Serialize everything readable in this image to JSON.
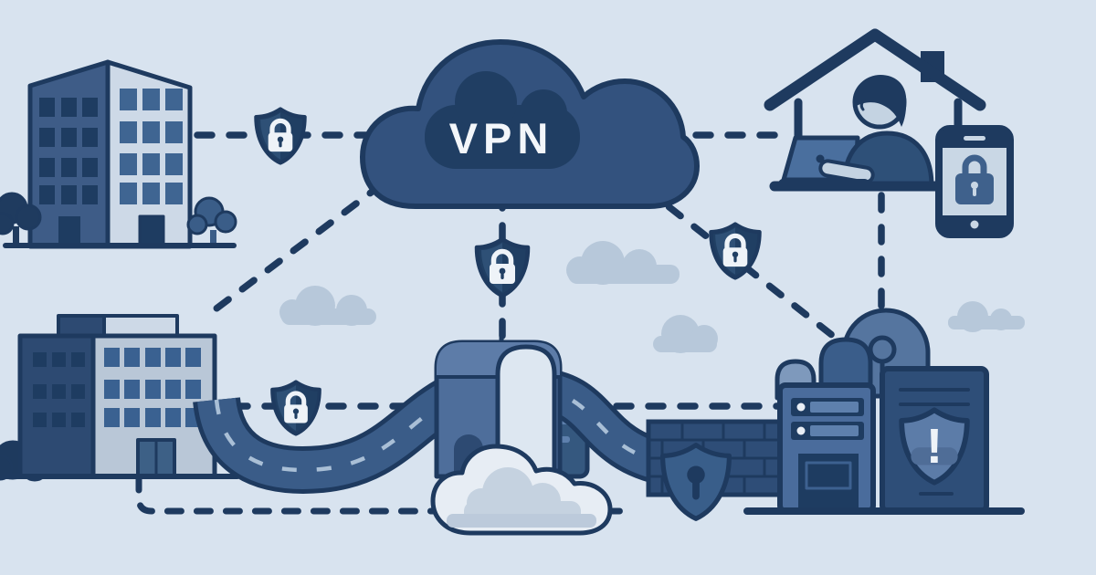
{
  "scene": {
    "vpn_label": "VPN",
    "alert_exclamation": "!",
    "palette": {
      "background": "#d8e3ef",
      "outline_navy": "#1e3a5f",
      "vpn_cloud_fill": "#33527e",
      "vpn_cloud_inner": "#203e63",
      "medium_blue": "#3a5c88",
      "light_panel": "#cdd9e7",
      "pale_cloud": "#b7c8da",
      "lock_white": "#eef3f8"
    },
    "icons": [
      "vpn-cloud",
      "shield-lock-icon",
      "shield-keyhole-icon",
      "shield-alert-icon",
      "office-building",
      "branch-office-building",
      "home-office",
      "remote-worker",
      "laptop-icon",
      "smartphone-lock-icon",
      "gateway-building",
      "vpn-tunnel-road",
      "firewall-wall",
      "server-rack",
      "data-center-dome"
    ]
  }
}
